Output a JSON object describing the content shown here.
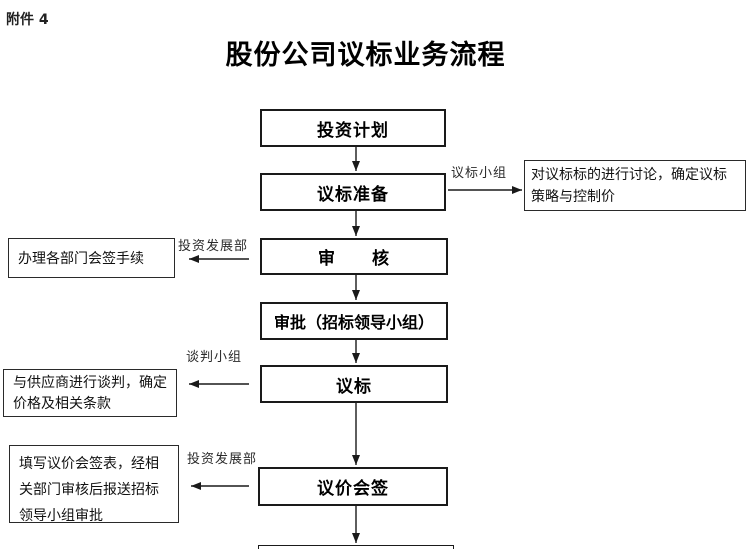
{
  "page": {
    "attachment_label": "附件 4",
    "title": "股份公司议标业务流程",
    "background_color": "#ffffff",
    "line_color": "#1a1a1a"
  },
  "flow": {
    "steps": [
      {
        "id": "investment-plan",
        "label": "投资计划"
      },
      {
        "id": "negotiation-prep",
        "label": "议标准备"
      },
      {
        "id": "review",
        "label": "审　　核"
      },
      {
        "id": "approval",
        "label": "审批（招标领导小组）"
      },
      {
        "id": "bidding",
        "label": "议标"
      },
      {
        "id": "price-countersign",
        "label": "议价会签"
      }
    ],
    "annotations": [
      {
        "side": "right",
        "from_step": "议标准备",
        "arrow_label": "议标小组",
        "text": "对议标标的进行讨论，确定议标策略与控制价"
      },
      {
        "side": "left",
        "from_step": "审核",
        "arrow_label": "投资发展部",
        "text": "办理各部门会签手续"
      },
      {
        "side": "left",
        "from_step": "议标",
        "arrow_label": "谈判小组",
        "text": "与供应商进行谈判，确定价格及相关条款"
      },
      {
        "side": "left",
        "from_step": "议价会签",
        "arrow_label": "投资发展部",
        "text": "填写议价会签表，经相关部门审核后报送招标领导小组审批"
      }
    ]
  }
}
